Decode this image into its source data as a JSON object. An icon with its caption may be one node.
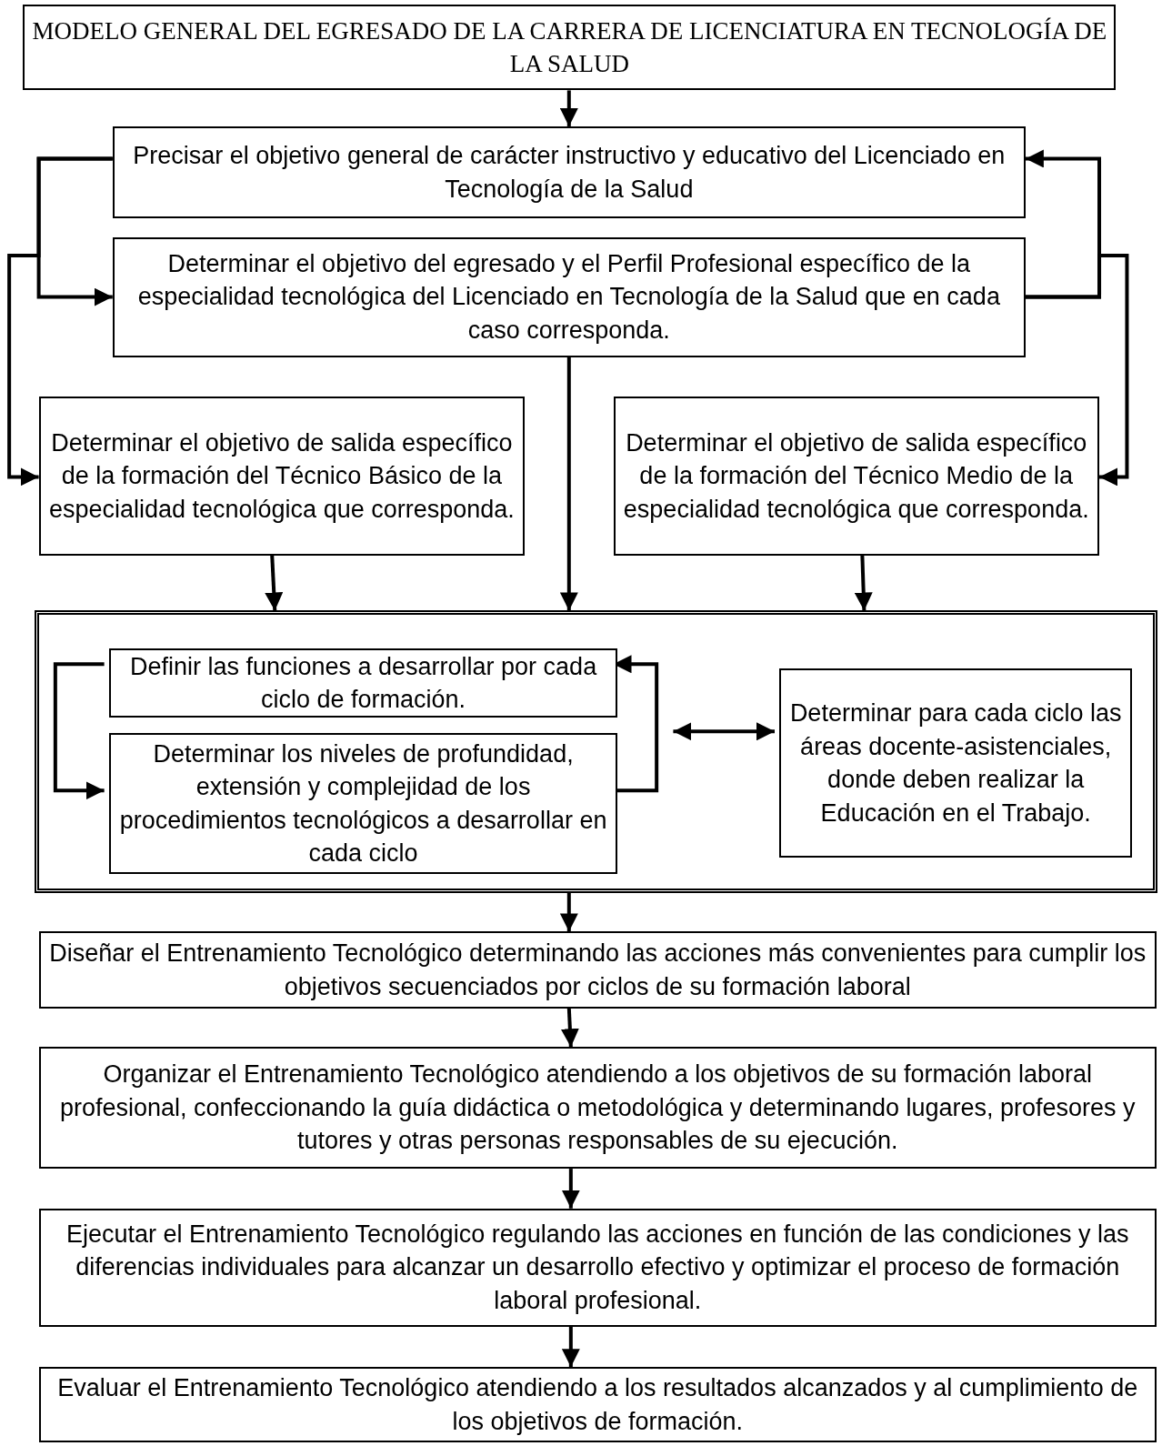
{
  "diagram": {
    "nodes": [
      {
        "text": [
          "MODELO GENERAL DEL EGRESADO DE LA CARRERA DE LICENCIATURA EN TECNOLOGÍA DE LA SALUD"
        ]
      },
      {
        "text": [
          "Precisar el objetivo general de carácter instructivo y educativo del Licenciado en Tecnología de la Salud"
        ]
      },
      {
        "text": [
          "Determinar el objetivo del egresado y el Perfil Profesional específico de la especialidad tecnológica del Licenciado en Tecnología de la Salud que en cada caso corresponda."
        ]
      },
      {
        "text": [
          "Determinar el objetivo de salida específico de la formación del Técnico Básico de la especialidad tecnológica que corresponda."
        ]
      },
      {
        "text": [
          "Determinar el objetivo de salida específico de la formación del Técnico Medio de la especialidad tecnológica que corresponda."
        ]
      },
      {
        "text": [],
        "shape": "box"
      },
      {
        "text": [
          "Definir las funciones a desarrollar por cada ciclo de formación."
        ],
        "in": 5
      },
      {
        "text": [
          "Determinar los niveles de profundidad, extensión y complejidad de los procedimientos tecnológicos a desarrollar en cada ciclo"
        ],
        "in": 5
      },
      {
        "text": [
          "Determinar para cada ciclo las áreas docente-asistenciales, donde deben realizar la Educación en el Trabajo."
        ],
        "in": 5
      },
      {
        "text": [
          "Diseñar el Entrenamiento Tecnológico determinando las acciones más convenientes para cumplir los objetivos secuenciados por ciclos de su formación laboral"
        ]
      },
      {
        "text": [
          "Organizar el Entrenamiento Tecnológico atendiendo a los objetivos de su formación laboral profesional, confeccionando la guía didáctica o metodológica y determinando lugares, profesores y tutores y otras personas responsables de su ejecución."
        ]
      },
      {
        "text": [
          "Ejecutar el Entrenamiento Tecnológico regulando las acciones en función de las condiciones y las diferencias individuales para alcanzar un desarrollo efectivo y optimizar el proceso de formación laboral profesional."
        ]
      },
      {
        "text": [
          "Evaluar el Entrenamiento Tecnológico atendiendo a los resultados alcanzados y al cumplimiento de los objetivos de formación."
        ]
      }
    ],
    "edges": [
      {
        "from": 0,
        "to": 1,
        "arrow": "to"
      },
      {
        "from": 1,
        "to": 2,
        "arrow": "to"
      },
      {
        "from": 1,
        "to": 3,
        "arrow": "to"
      },
      {
        "from": 2,
        "to": 1,
        "arrow": "to"
      },
      {
        "from": 2,
        "to": 4,
        "arrow": "to"
      },
      {
        "from": 3,
        "to": 5,
        "arrow": "to"
      },
      {
        "from": 2,
        "to": 5,
        "arrow": "to"
      },
      {
        "from": 4,
        "to": 5,
        "arrow": "to"
      },
      {
        "from": 6,
        "to": 7,
        "arrow": "to"
      },
      {
        "from": 7,
        "to": 6,
        "arrow": "to"
      },
      {
        "from": null,
        "to": 8,
        "arrow": "both"
      },
      {
        "from": 5,
        "to": 9,
        "arrow": "to"
      },
      {
        "from": 9,
        "to": 10,
        "arrow": "to"
      },
      {
        "from": 10,
        "to": 11,
        "arrow": "to"
      },
      {
        "from": 11,
        "to": 12,
        "arrow": "to"
      }
    ]
  }
}
